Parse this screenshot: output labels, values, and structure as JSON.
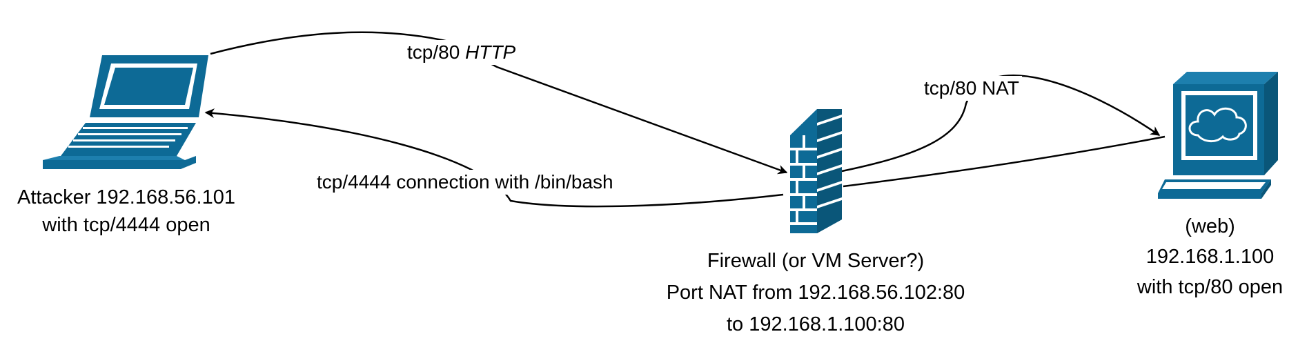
{
  "colors": {
    "icon": "#0d6a96",
    "line": "#000000",
    "background": "#ffffff"
  },
  "nodes": {
    "attacker": {
      "icon": "laptop-icon",
      "lines": [
        "Attacker 192.168.56.101",
        "with tcp/4444 open"
      ]
    },
    "firewall": {
      "icon": "firewall-icon",
      "lines": [
        "Firewall (or VM Server?)",
        "Port NAT from 192.168.56.102:80",
        "to 192.168.1.100:80"
      ]
    },
    "web": {
      "icon": "web-server-icon",
      "lines": [
        "(web)",
        "192.168.1.100",
        "with tcp/80 open"
      ]
    }
  },
  "edges": {
    "http": {
      "prefix": "tcp/80",
      "italic": "HTTP"
    },
    "nat": {
      "label": "tcp/80 NAT"
    },
    "reverse": {
      "label": "tcp/4444 connection with /bin/bash"
    }
  }
}
